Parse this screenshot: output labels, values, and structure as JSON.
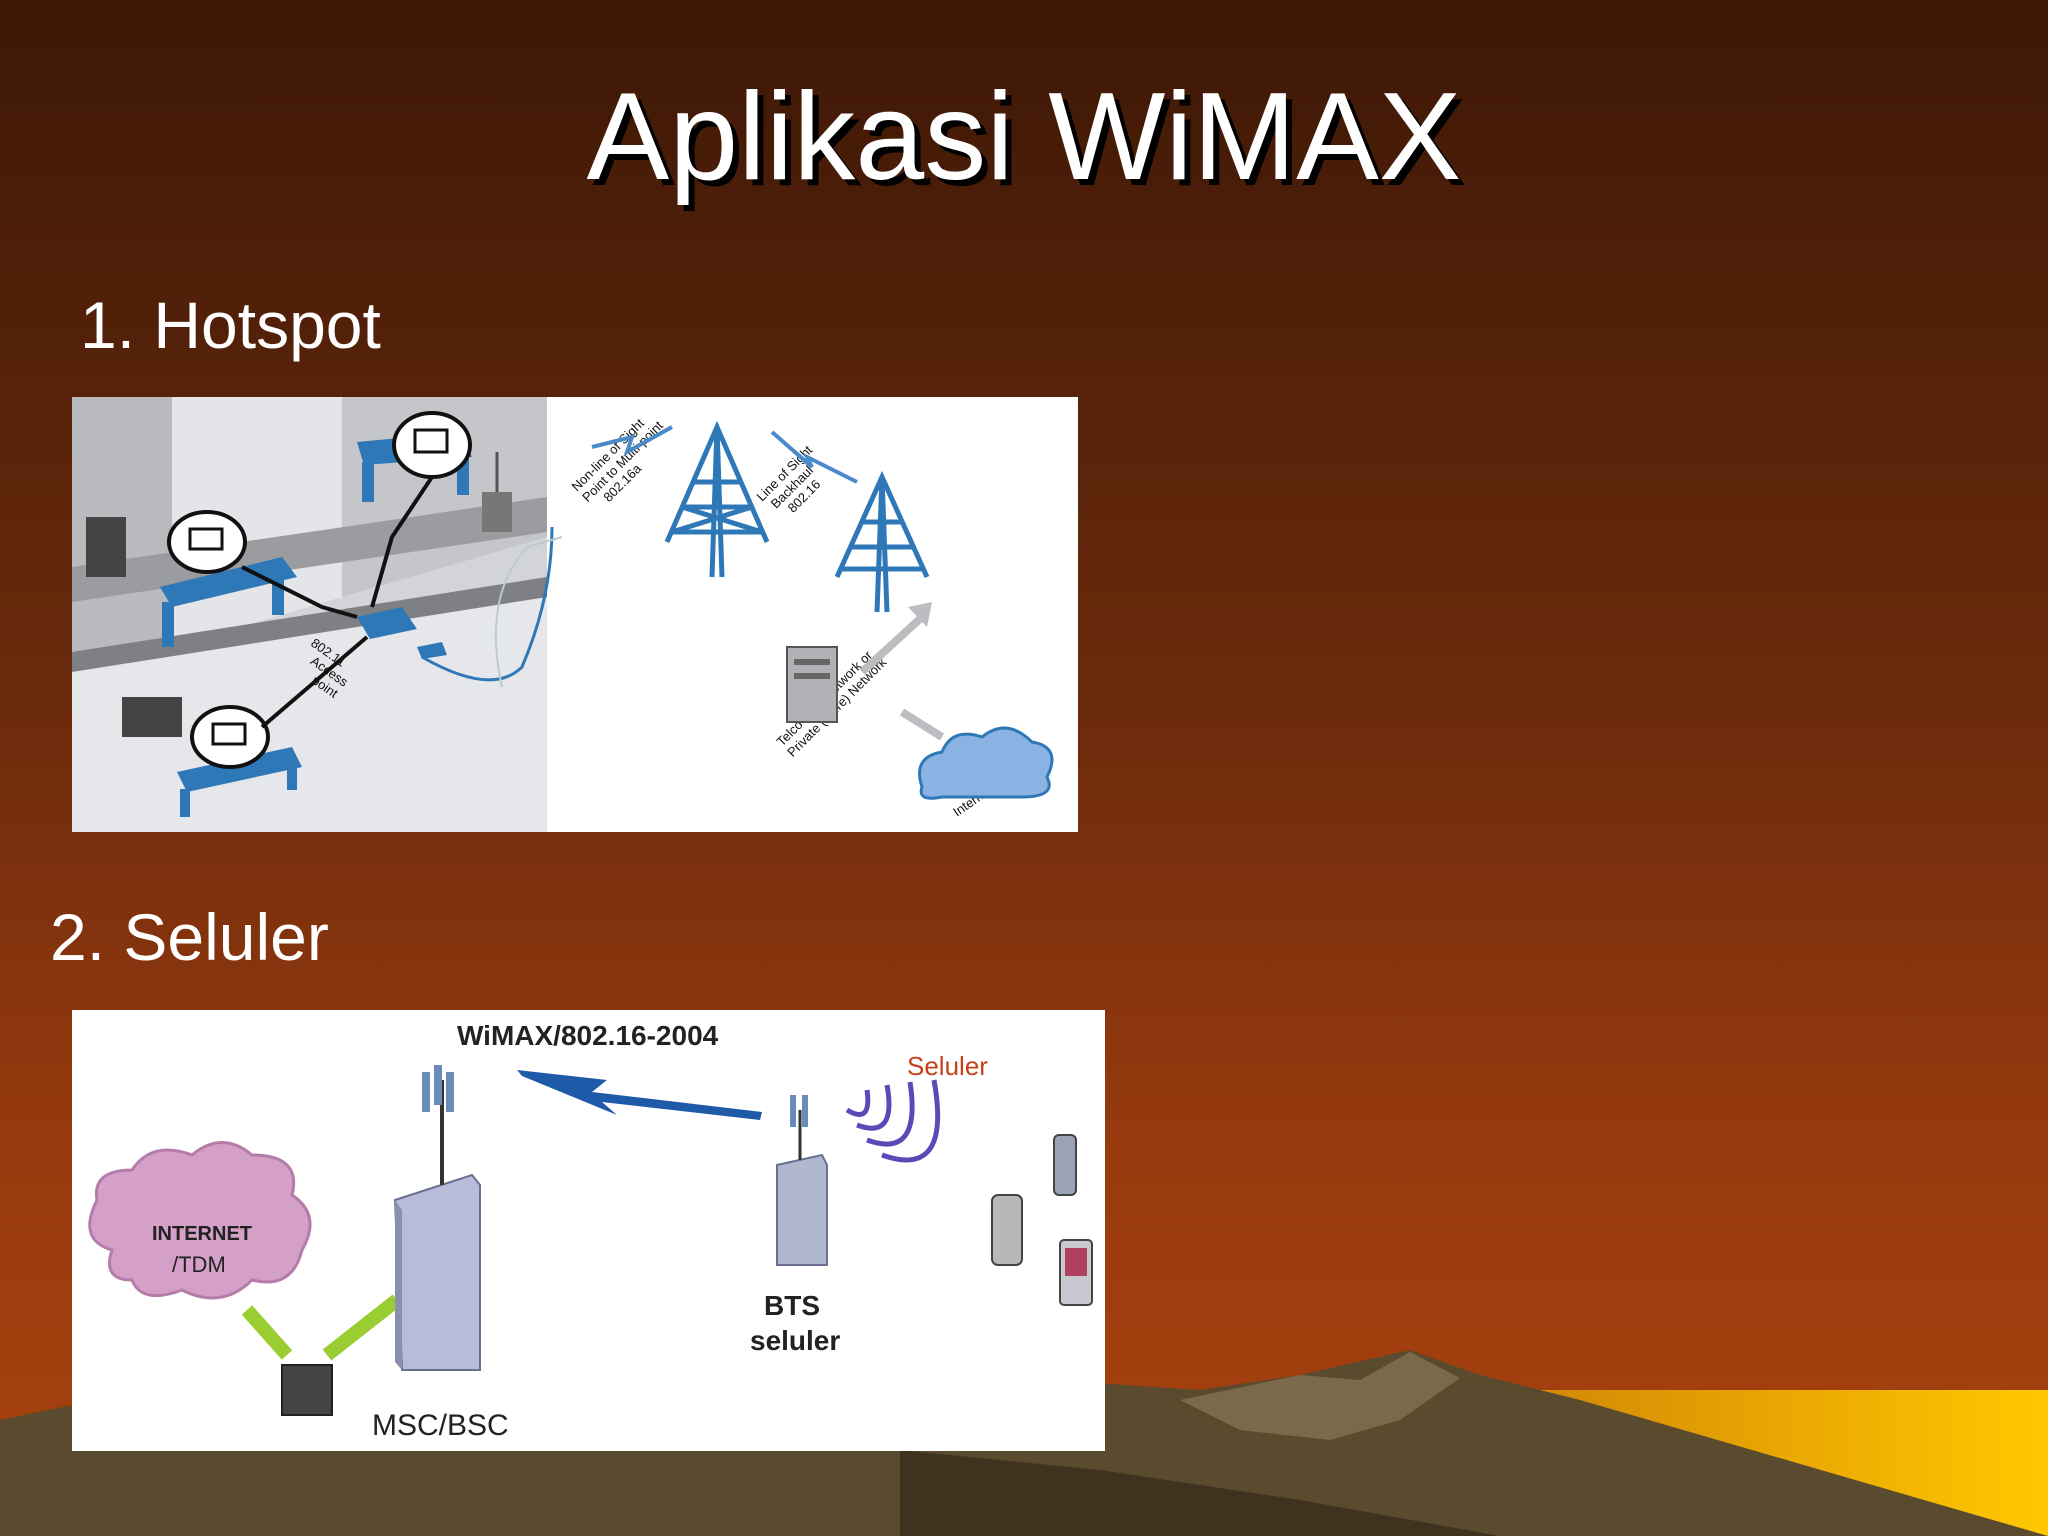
{
  "slide": {
    "title": "Aplikasi WiMAX",
    "section1": "1. Hotspot",
    "section2": "2. Seluler"
  },
  "hotspot": {
    "nlos_label": [
      "Non-line of Sight",
      "Point to Multi-point",
      "802.16a"
    ],
    "los_label": [
      "Line of Sight",
      "Backhaul",
      "802.16"
    ],
    "ap_label": [
      "802.11",
      "Access",
      "point"
    ],
    "core_label": [
      "Telco Core Network or",
      "Private (Fibre) Network"
    ],
    "backbone_label": "Internet Backbone"
  },
  "seluler": {
    "wimax_label": "WiMAX/802.16-2004",
    "seluler_label": "Seluler",
    "internet_label": [
      "INTERNET",
      "/TDM"
    ],
    "bts_label": [
      "BTS",
      "seluler"
    ],
    "msc_label": "MSC/BSC"
  },
  "colors": {
    "bg_top": "#3d1806",
    "bg_mid": "#8a3510",
    "mountain": "#5a4a2e",
    "sunset": "#f2b800",
    "tower_blue": "#2f78b8",
    "wire_green": "#9acd32",
    "cloud_pink": "#d4a0c8",
    "seluler_red": "#c8401a"
  }
}
